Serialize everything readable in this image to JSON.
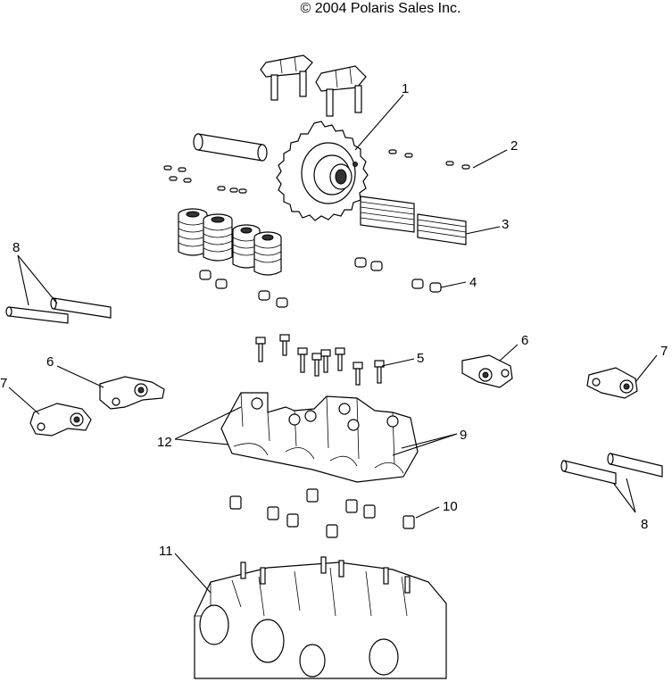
{
  "copyright": "© 2004 Polaris Sales Inc.",
  "callouts": {
    "c1": "1",
    "c2": "2",
    "c3": "3",
    "c4": "4",
    "c5": "5",
    "c6_left": "6",
    "c6_right": "6",
    "c7_left": "7",
    "c7_right": "7",
    "c8_left": "8",
    "c8_right": "8",
    "c9": "9",
    "c10": "10",
    "c11": "11",
    "c12": "12"
  }
}
